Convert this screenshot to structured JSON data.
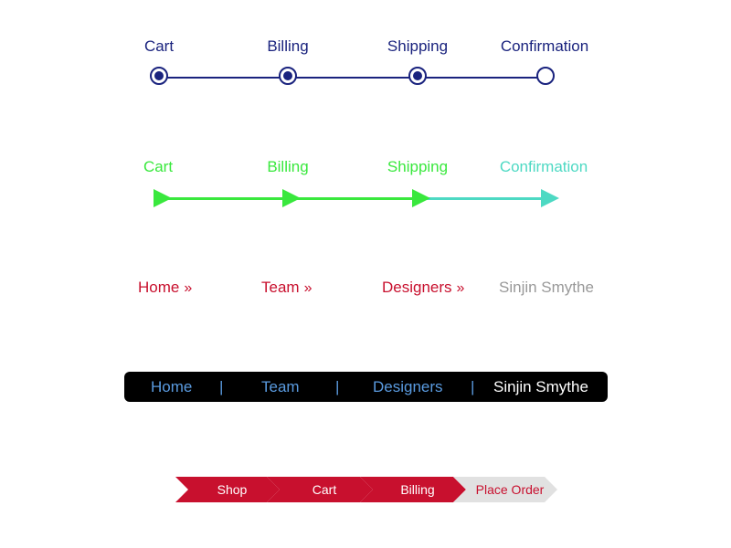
{
  "colors": {
    "navy": "#1a237e",
    "green": "#39e83d",
    "teal": "#4dd9c3",
    "red": "#c8102e",
    "gray_text": "#999999",
    "link_blue": "#5a9be0",
    "chevron_inactive": "#e1e1e1"
  },
  "progress_circles": {
    "steps": [
      {
        "label": "Cart",
        "completed": true
      },
      {
        "label": "Billing",
        "completed": true
      },
      {
        "label": "Shipping",
        "completed": true
      },
      {
        "label": "Confirmation",
        "completed": false
      }
    ]
  },
  "progress_arrows": {
    "steps": [
      {
        "label": "Cart",
        "completed": true
      },
      {
        "label": "Billing",
        "completed": true
      },
      {
        "label": "Shipping",
        "completed": true
      },
      {
        "label": "Confirmation",
        "completed": false
      }
    ]
  },
  "breadcrumb_chevrons": {
    "items": [
      "Home",
      "Team",
      "Designers"
    ],
    "separator": "»",
    "current": "Sinjin Smythe"
  },
  "breadcrumb_bar": {
    "items": [
      "Home",
      "Team",
      "Designers"
    ],
    "separator": "|",
    "current": "Sinjin Smythe"
  },
  "chevron_steps": {
    "steps": [
      {
        "label": "Shop",
        "active": true
      },
      {
        "label": "Cart",
        "active": true
      },
      {
        "label": "Billing",
        "active": true
      },
      {
        "label": "Place Order",
        "active": false
      }
    ]
  }
}
